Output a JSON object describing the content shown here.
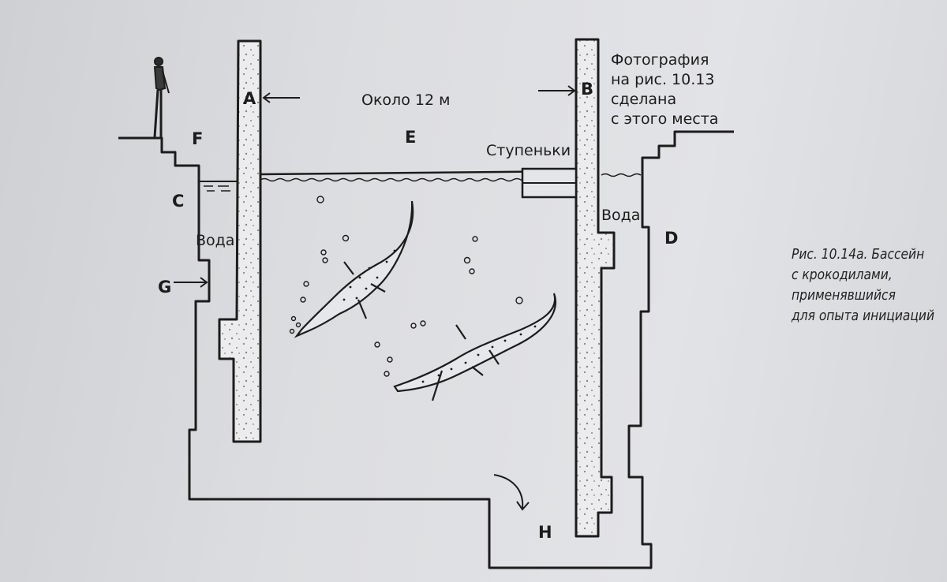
{
  "labels": {
    "A": "A",
    "B": "B",
    "C": "C",
    "D": "D",
    "E": "E",
    "F": "F",
    "G": "G",
    "H": "H"
  },
  "width_text": "Около 12 м",
  "steps_text": "Ступеньки",
  "water_left": "Вода",
  "water_right": "Вода",
  "photo_note": [
    "Фотография",
    "на рис. 10.13",
    "сделана",
    "с этого места"
  ],
  "caption": [
    "Рис. 10.14а. Бассейн",
    "с крокодилами,",
    "применявшийся",
    "для опыта инициаций"
  ],
  "colors": {
    "ink": "#1c1c1c",
    "paper": "#dcdde0"
  }
}
